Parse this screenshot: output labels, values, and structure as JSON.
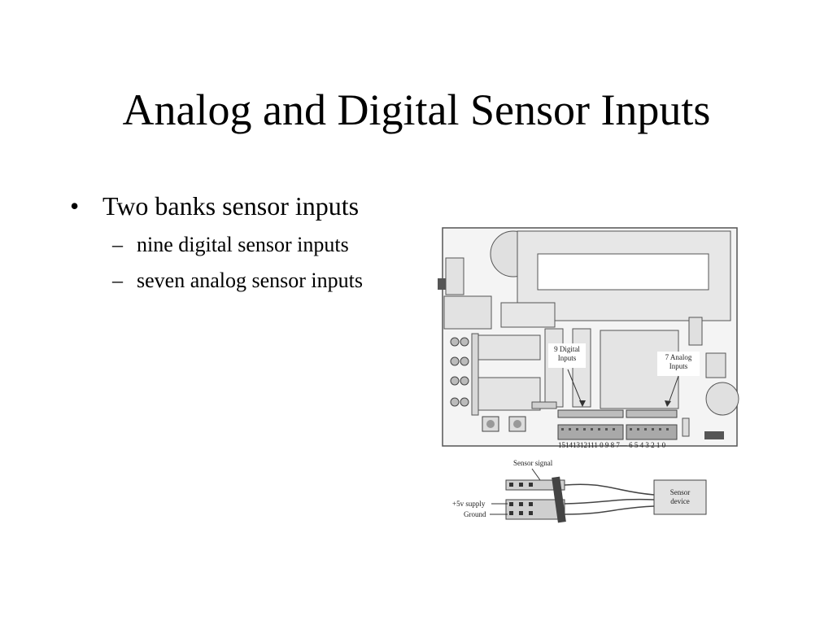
{
  "slide": {
    "title": "Analog and Digital Sensor Inputs",
    "bullets": [
      {
        "text": "Two banks sensor inputs",
        "subitems": [
          "nine digital sensor inputs",
          "seven analog sensor inputs"
        ]
      }
    ]
  },
  "figure": {
    "digital_label_line1": "9 Digital",
    "digital_label_line2": "Inputs",
    "analog_label_line1": "7 Analog",
    "analog_label_line2": "Inputs",
    "pin_numbers": "15141312111 0 9 8 7— 6 5 4 3 2 1 0",
    "sensor_signal": "Sensor signal",
    "supply": "+5v supply",
    "ground": "Ground",
    "device_line1": "Sensor",
    "device_line2": "device"
  },
  "colors": {
    "text": "#000000",
    "board_fill": "#e7e7e7",
    "board_stroke": "#555555"
  }
}
